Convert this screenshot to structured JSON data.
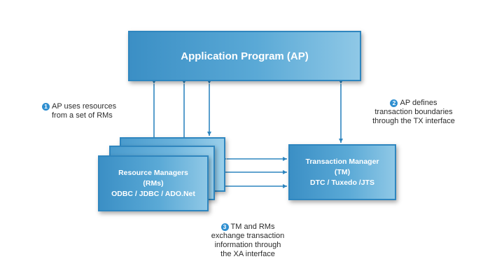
{
  "boxes": {
    "ap": {
      "label": "Application Program (AP)"
    },
    "rm": {
      "line1": "Resource Managers",
      "line2": "(RMs)",
      "line3": "ODBC / JDBC / ADO.Net"
    },
    "tm": {
      "line1": "Transaction Manager",
      "line2": "(TM)",
      "line3": "DTC / Tuxedo /JTS"
    }
  },
  "notes": [
    {
      "number": "1",
      "line1": "AP uses resources",
      "line2": "from a set of RMs"
    },
    {
      "number": "2",
      "line1": "AP defines",
      "line2": "transaction boundaries",
      "line3": "through the TX interface"
    },
    {
      "number": "3",
      "line1": "TM and RMs",
      "line2": "exchange transaction",
      "line3": "information through",
      "line4": "the XA interface"
    }
  ],
  "colors": {
    "box_border": "#2f86bf",
    "arrow": "#2f86bf",
    "badge": "#2f8fd0"
  }
}
